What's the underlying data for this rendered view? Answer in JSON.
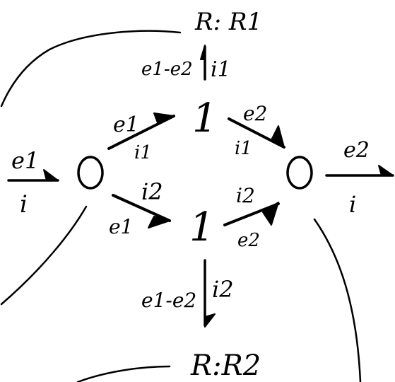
{
  "colors": {
    "ink": "#000000",
    "background": "#ffffff"
  },
  "nodes": {
    "r1_label": "R: R1",
    "r2_label": "R:R2",
    "junction_top": "1",
    "junction_bottom": "1",
    "junction_left": "0",
    "junction_right": "0"
  },
  "bonds": {
    "input": {
      "effort": "e1",
      "flow": "i"
    },
    "left_to_top": {
      "effort": "e1",
      "flow": "i1"
    },
    "top_to_r1": {
      "effort": "e1-e2",
      "flow": "i1"
    },
    "top_to_right": {
      "effort": "e2",
      "flow": "i1"
    },
    "left_to_bottom": {
      "effort": "e1",
      "flow": "i2"
    },
    "bottom_to_right": {
      "effort": "e2",
      "flow": "i2"
    },
    "bottom_to_r2": {
      "effort": "e1-e2",
      "flow": "i2"
    },
    "output": {
      "effort": "e2",
      "flow": "i"
    }
  }
}
